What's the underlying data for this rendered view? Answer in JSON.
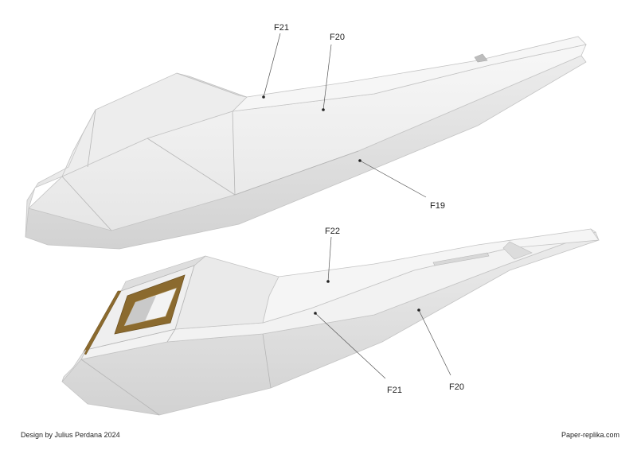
{
  "labels": {
    "upper_f21": "F21",
    "upper_f20": "F20",
    "upper_f19": "F19",
    "lower_f22": "F22",
    "lower_f21": "F21",
    "lower_f20": "F20"
  },
  "footer": {
    "credit": "Design by Julius Perdana 2024",
    "site": "Paper-replika.com"
  },
  "colors": {
    "panel_light": "#f2f2f2",
    "panel_mid": "#e4e4e4",
    "panel_shadow": "#cfcfcf",
    "opening_brown": "#8b6a2e"
  }
}
